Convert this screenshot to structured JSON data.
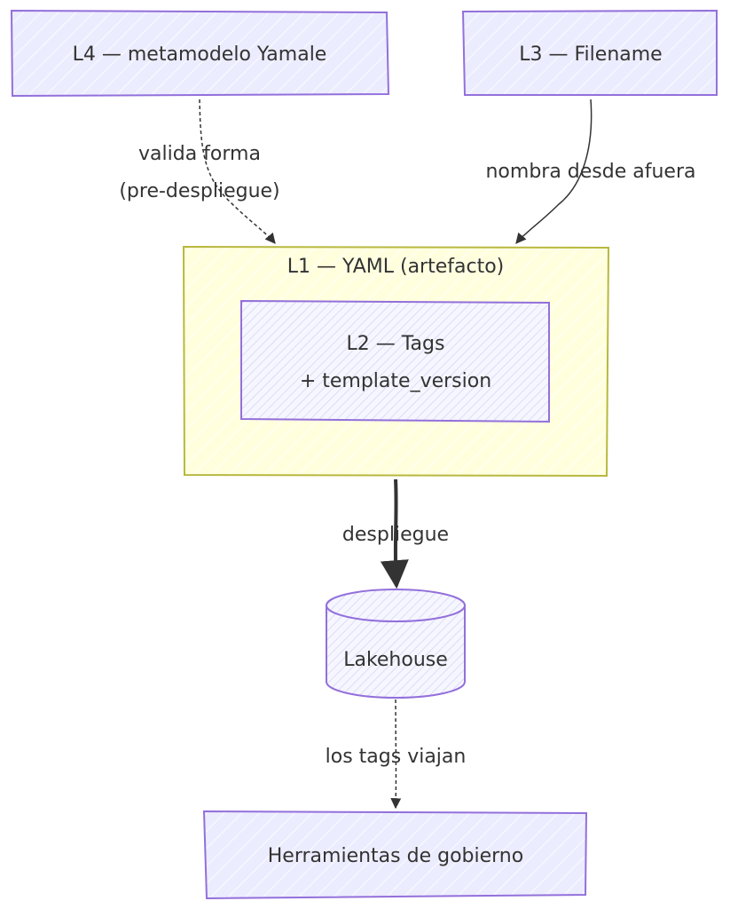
{
  "diagram": {
    "type": "flowchart",
    "style": "hand-drawn",
    "colors": {
      "node_fill": "#ececff",
      "node_stroke": "#9370db",
      "cluster_fill": "#ffffde",
      "cluster_stroke": "#b8b840",
      "edge": "#333333",
      "text": "#333333"
    },
    "nodes": {
      "l4": {
        "label": "L4 — metamodelo Yamale"
      },
      "l3": {
        "label": "L3 — Filename"
      },
      "l1": {
        "label": "L1 — YAML (artefacto)"
      },
      "l2": {
        "line1": "L2 — Tags",
        "line2": "+ template_version"
      },
      "lakehouse": {
        "label": "Lakehouse"
      },
      "gov": {
        "label": "Herramientas de gobierno"
      }
    },
    "edges": [
      {
        "from": "l4",
        "to": "l1",
        "style": "dashed",
        "line1": "valida forma",
        "line2": "(pre-despliegue)"
      },
      {
        "from": "l3",
        "to": "l1",
        "style": "solid",
        "label": "nombra desde afuera"
      },
      {
        "from": "l1",
        "to": "lakehouse",
        "style": "thick",
        "label": "despliegue"
      },
      {
        "from": "lakehouse",
        "to": "gov",
        "style": "dashed",
        "label": "los tags viajan"
      }
    ]
  }
}
